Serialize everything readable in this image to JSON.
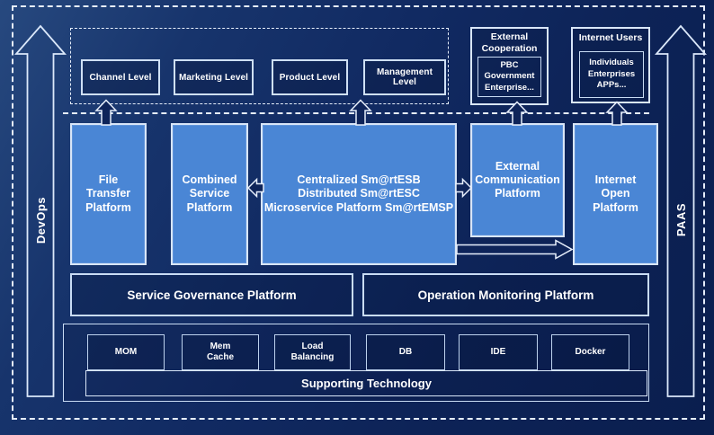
{
  "colors": {
    "background_dark_navy": "#0d2357",
    "platform_fill_blue": "#4a86d5",
    "border_light": "#d9e6f8",
    "text": "#ffffff"
  },
  "rails": {
    "left_label": "DevOps",
    "right_label": "PAAS"
  },
  "business_levels": {
    "items": [
      {
        "label": "Channel Level"
      },
      {
        "label": "Marketing Level"
      },
      {
        "label": "Product Level"
      },
      {
        "label": "Management Level"
      }
    ]
  },
  "external_cooperation": {
    "title": "External\nCooperation",
    "members": "PBC Government\nEnterprise..."
  },
  "internet_users": {
    "title": "Internet Users",
    "members": "Individuals\nEnterprises\nAPPs..."
  },
  "platforms": [
    {
      "label": "File\nTransfer\nPlatform"
    },
    {
      "label": "Combined\nService\nPlatform"
    },
    {
      "label": "Centralized Sm@rtESB\nDistributed Sm@rtESC\nMicroservice Platform Sm@rtEMSP"
    },
    {
      "label": "External\nCommunication\nPlatform"
    },
    {
      "label": "Internet\nOpen\nPlatform"
    }
  ],
  "governance": [
    {
      "label": "Service Governance Platform"
    },
    {
      "label": "Operation Monitoring Platform"
    }
  ],
  "supporting": {
    "banner": "Supporting Technology",
    "items": [
      {
        "label": "MOM"
      },
      {
        "label": "Mem\nCache"
      },
      {
        "label": "Load\nBalancing"
      },
      {
        "label": "DB"
      },
      {
        "label": "IDE"
      },
      {
        "label": "Docker"
      }
    ]
  }
}
